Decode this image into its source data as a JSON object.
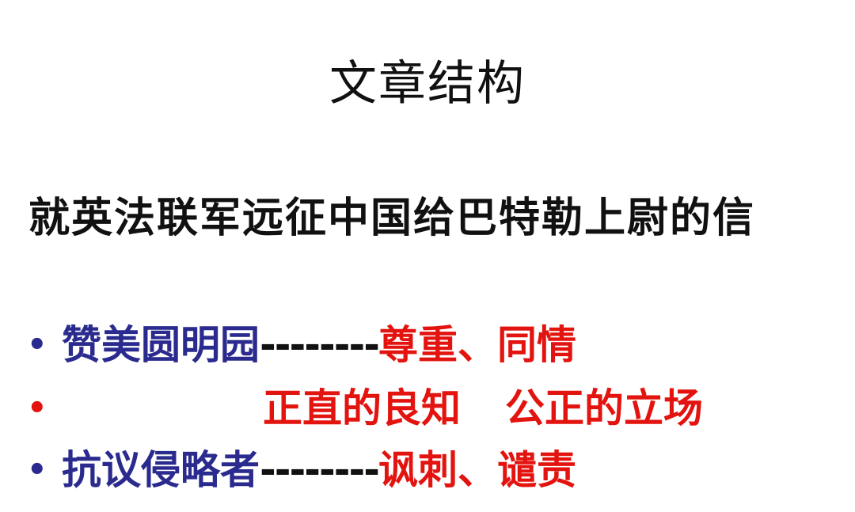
{
  "title": "文章结构",
  "subtitle": "就英法联军远征中国给巴特勒上尉的信",
  "points": [
    {
      "bullet": "•",
      "left": "赞美圆明园",
      "dashes": "--------",
      "right": "尊重、同情"
    },
    {
      "bullet": "•",
      "part1": "正直的良知",
      "part2": "公正的立场"
    },
    {
      "bullet": "•",
      "left": "抗议侵略者",
      "dashes": "--------",
      "right": "讽刺、谴责"
    }
  ],
  "colors": {
    "blue_text": "#2b2b8f",
    "red_text": "#e3140f",
    "black_text": "#111111",
    "background": "#ffffff"
  }
}
